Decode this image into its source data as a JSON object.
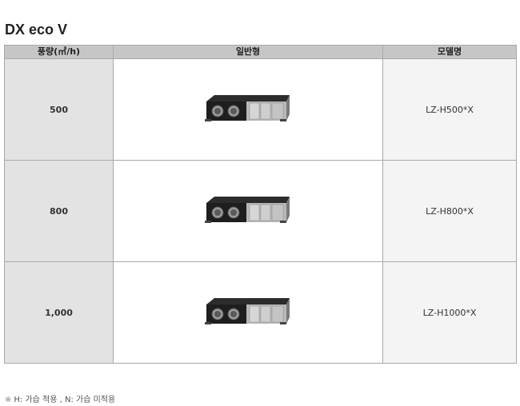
{
  "title": "DX eco V",
  "table": {
    "headers": [
      "풍량(㎥/h)",
      "일반형",
      "모델명"
    ],
    "rows": [
      {
        "flow": "500",
        "image_icon": "ventilation-unit-icon",
        "model": "LZ-H500*X"
      },
      {
        "flow": "800",
        "image_icon": "ventilation-unit-icon",
        "model": "LZ-H800*X"
      },
      {
        "flow": "1,000",
        "image_icon": "ventilation-unit-icon",
        "model": "LZ-H1000*X"
      }
    ]
  },
  "footnote": {
    "mark": "※",
    "text": "H: 가습 적용 , N: 가습 미적용"
  }
}
